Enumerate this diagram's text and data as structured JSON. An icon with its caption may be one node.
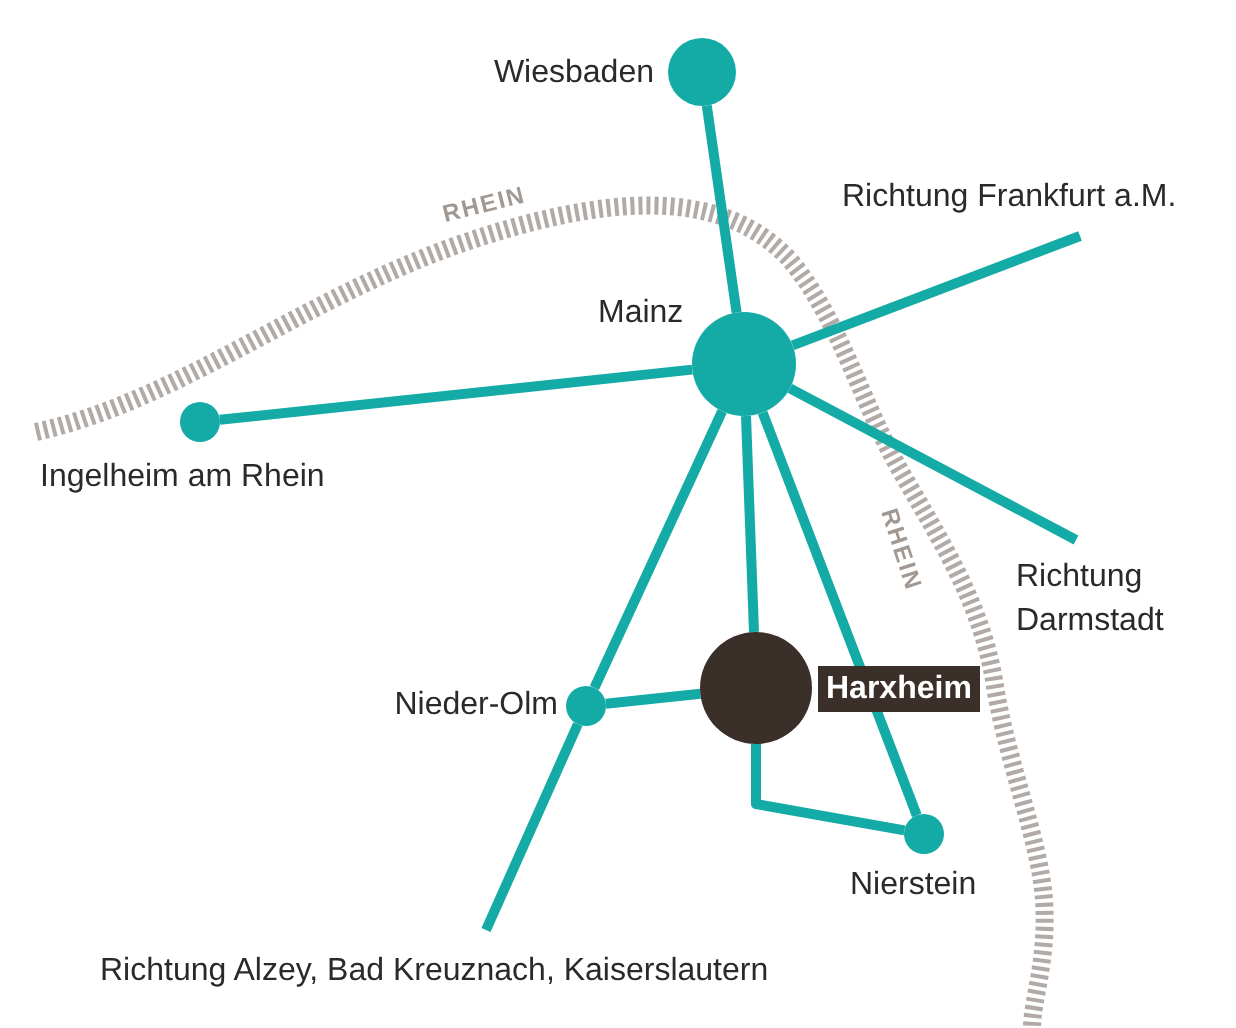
{
  "diagram": {
    "nodes": [
      {
        "text": [],
        "shape": "circle",
        "beside": [
          "Wiesbaden"
        ]
      },
      {
        "text": [],
        "shape": "circle",
        "beside": [
          "Mainz"
        ]
      },
      {
        "text": [],
        "shape": "circle",
        "beside": [
          "Ingelheim am Rhein"
        ]
      },
      {
        "text": [],
        "shape": "circle",
        "beside": [
          "Nieder-Olm"
        ]
      },
      {
        "text": [],
        "shape": "circle",
        "beside": [
          "Harxheim"
        ]
      },
      {
        "text": [],
        "shape": "circle",
        "beside": [
          "Nierstein"
        ]
      },
      {
        "text": [
          "Richtung Frankfurt a.M."
        ]
      },
      {
        "text": [
          "Richtung Darmstadt"
        ]
      },
      {
        "text": [
          "Richtung Alzey, Bad Kreuznach, Kaiserslautern"
        ]
      }
    ],
    "edges": [
      {
        "from": 0,
        "to": 1,
        "arrow": "none"
      },
      {
        "from": 1,
        "to": 6,
        "arrow": "none"
      },
      {
        "from": 1,
        "to": 2,
        "arrow": "none"
      },
      {
        "from": 1,
        "to": 7,
        "arrow": "none"
      },
      {
        "from": 1,
        "to": 3,
        "arrow": "none"
      },
      {
        "from": 1,
        "to": 4,
        "arrow": "none"
      },
      {
        "from": 1,
        "to": 5,
        "arrow": "none"
      },
      {
        "from": 3,
        "to": 4,
        "arrow": "none"
      },
      {
        "from": 4,
        "to": 5,
        "arrow": "none"
      },
      {
        "from": 3,
        "to": 8,
        "arrow": "none"
      }
    ],
    "labels": [
      "RHEIN",
      "RHEIN"
    ]
  }
}
